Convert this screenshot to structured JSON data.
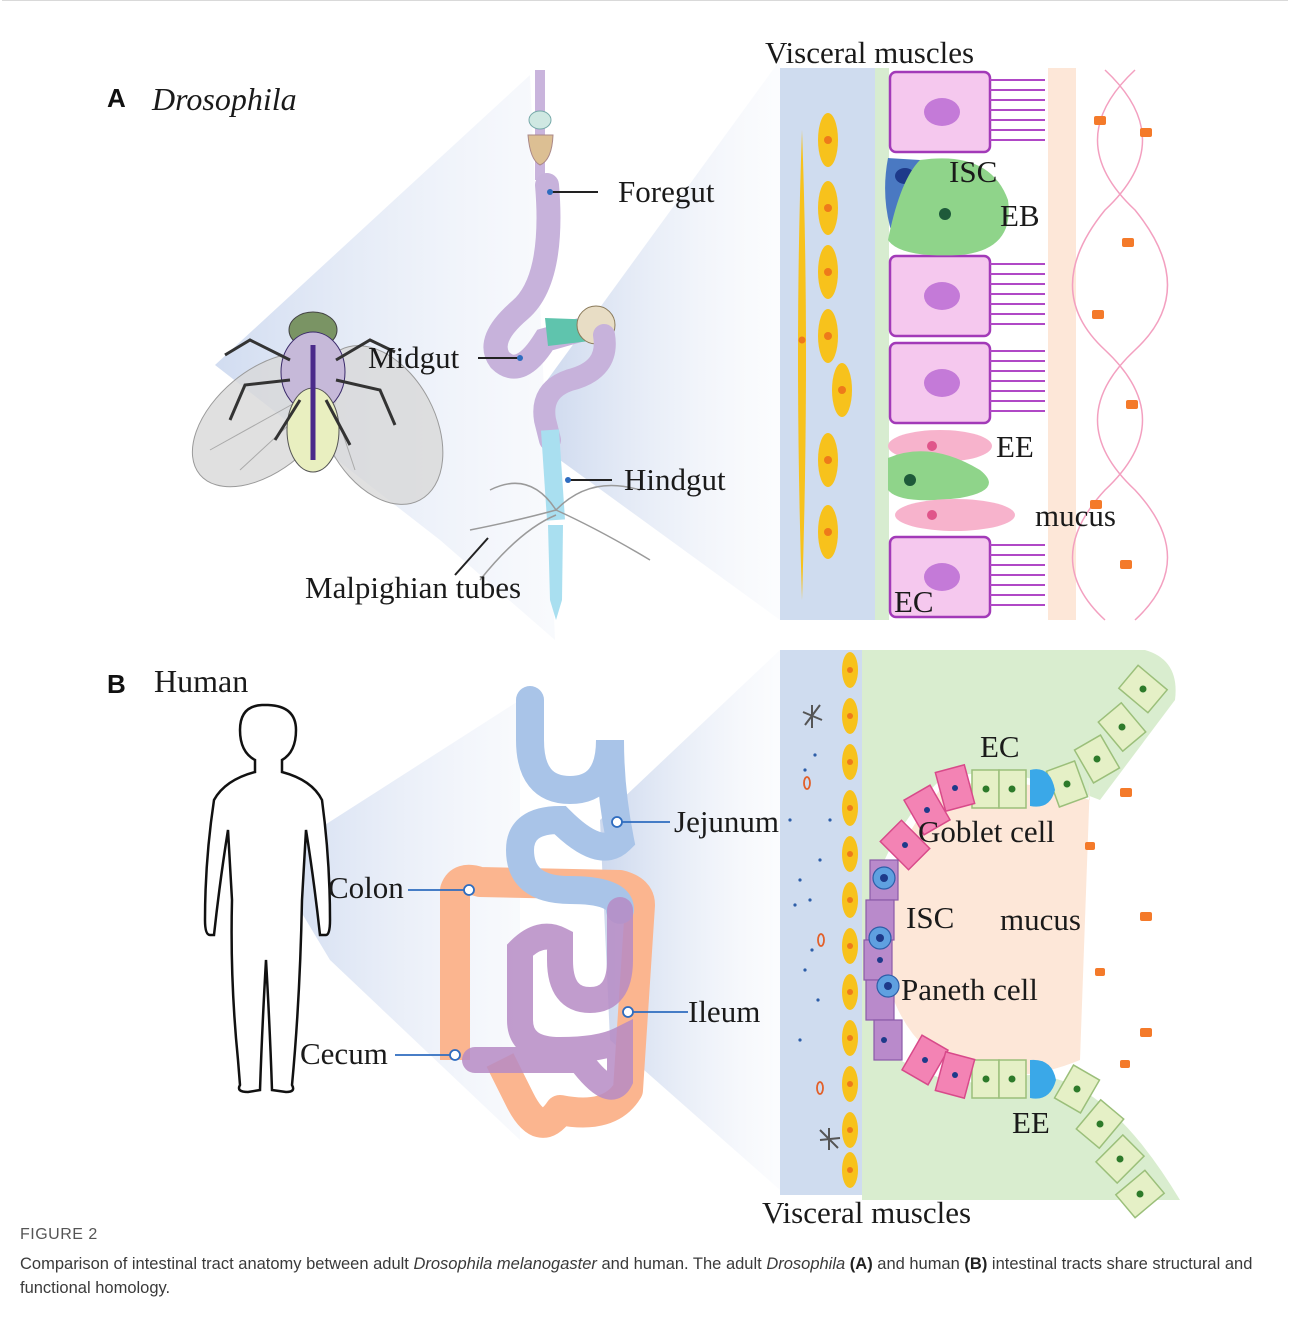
{
  "panel_a": {
    "letter": "A",
    "organism": "Drosophila",
    "labels": {
      "visceral_muscles": "Visceral muscles",
      "foregut": "Foregut",
      "midgut": "Midgut",
      "hindgut": "Hindgut",
      "malpighian": "Malpighian tubes",
      "isc": "ISC",
      "eb": "EB",
      "ee": "EE",
      "mucus": "mucus",
      "ec": "EC"
    }
  },
  "panel_b": {
    "letter": "B",
    "organism": "Human",
    "labels": {
      "jejunum": "Jejunum",
      "colon": "Colon",
      "ileum": "Ileum",
      "cecum": "Cecum",
      "ec": "EC",
      "goblet": "Goblet cell",
      "isc": "ISC",
      "mucus": "mucus",
      "paneth": "Paneth cell",
      "ee": "EE",
      "visceral_muscles": "Visceral muscles"
    }
  },
  "caption": {
    "figure_label": "FIGURE 2",
    "text_1": "Comparison of intestinal tract anatomy between adult ",
    "text_species": "Drosophila melanogaster",
    "text_2": " and human. The adult ",
    "text_genus": "Drosophila",
    "ref_a": "(A)",
    "text_3": " and human ",
    "ref_b": "(B)",
    "text_4": " intestinal tracts share structural and functional homology."
  },
  "colors": {
    "muscle_blue": "#cfdcef",
    "muscle_yellow": "#f7c21c",
    "muscle_nucleus": "#ee7a1a",
    "enterocyte_pink": "#f5c8ee",
    "enterocyte_edge": "#a23ab8",
    "isc_blue": "#4a79c2",
    "eb_green": "#8fd48a",
    "ee_pink": "#f7b3cc",
    "lumen_peach": "#fde7d8",
    "human_green": "#d9edcf",
    "colon_orange": "#fbb58f",
    "small_intestine_blue": "#a9c4e8",
    "ileum_purple": "#b68bc4"
  }
}
